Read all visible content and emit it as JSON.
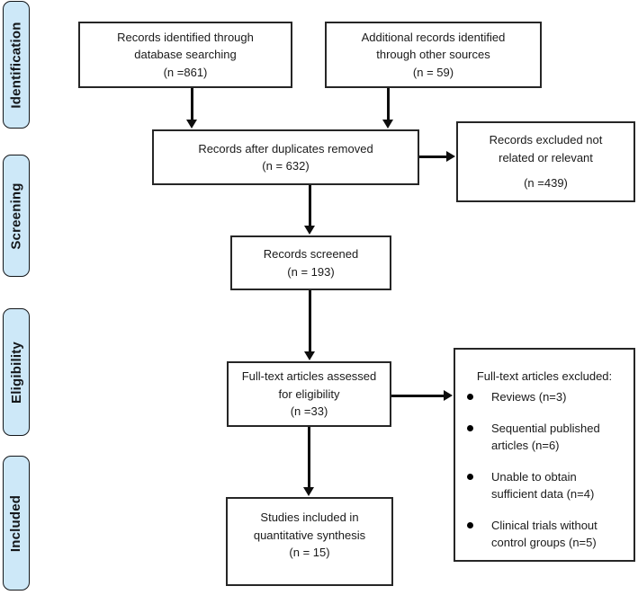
{
  "stages": [
    {
      "label": "Identification"
    },
    {
      "label": "Screening"
    },
    {
      "label": "Eligibility"
    },
    {
      "label": "Included"
    }
  ],
  "boxes": {
    "database_search": {
      "lines": [
        "Records identified through",
        "database searching",
        "(n =861)"
      ]
    },
    "other_sources": {
      "lines": [
        "Additional records identified",
        "through other sources",
        "(n = 59)"
      ]
    },
    "duplicates_removed": {
      "lines": [
        "Records after duplicates removed",
        "(n = 632)"
      ]
    },
    "records_excluded": {
      "lines": [
        "Records excluded not",
        "related or relevant"
      ],
      "count": "(n =439)"
    },
    "records_screened": {
      "lines": [
        "Records screened",
        "(n = 193)"
      ]
    },
    "fulltext_assessed": {
      "lines": [
        "Full-text articles assessed",
        "for eligibility",
        "(n =33)"
      ]
    },
    "fulltext_excluded": {
      "title": "Full-text articles excluded:",
      "items": [
        "Reviews (n=3)",
        "Sequential published articles (n=6)",
        "Unable to obtain sufficient data (n=4)",
        "Clinical trials without control groups (n=5)"
      ]
    },
    "studies_included": {
      "lines": [
        "Studies included in",
        "quantitative synthesis",
        "(n = 15)"
      ]
    }
  },
  "icons": {
    "bullet": "filled-circle"
  },
  "colors": {
    "stage_fill": "#cde8f8",
    "stage_border": "#14171a",
    "box_border": "#262626",
    "arrow": "#0d0d0d",
    "text": "#1a1a1a",
    "background": "#ffffff"
  }
}
